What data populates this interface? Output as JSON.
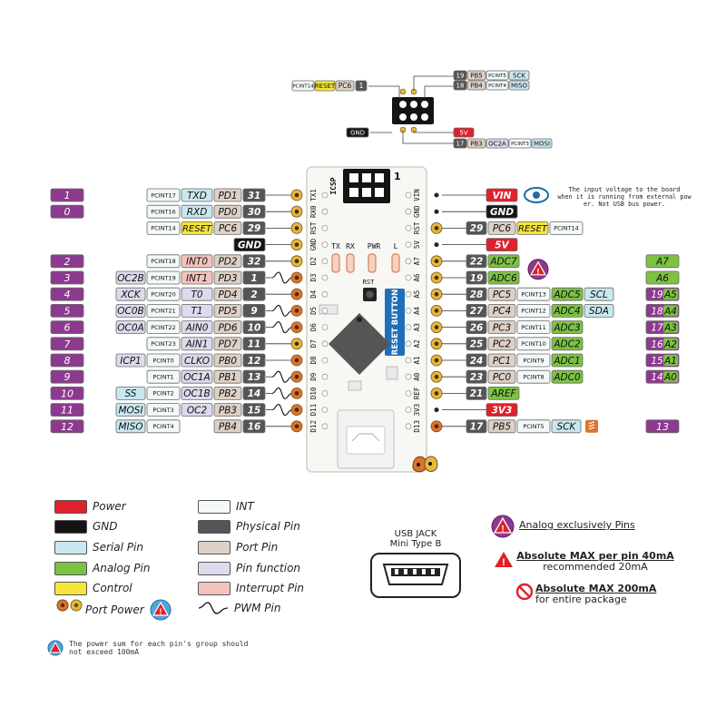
{
  "icsp_label": "ICSP",
  "icsp_number": "1",
  "reset_button_label": "RESET BUTTON",
  "rst_label": "RST",
  "led_labels": [
    "TX",
    "RX",
    "PWR",
    "L"
  ],
  "vin_note": "The input voltage to the board when it is running from external power. Not USB bus power.",
  "colors": {
    "power": "#e0202b",
    "gnd": "#141414",
    "serial": "#c9e7ef",
    "analog": "#7cc243",
    "control": "#f5e53a",
    "int": "#f3f8f8",
    "physical": "#555555",
    "port": "#ddd0c6",
    "function": "#dcdaec",
    "interrupt": "#f5c3be",
    "digital": "#8c3a8e",
    "portpower": "#d8762e",
    "gold": "#e2b93b"
  },
  "icsp": {
    "left_row": [
      {
        "pcint": "PCINT14",
        "ctrl": "RESET",
        "port": "PC6",
        "phys": "1"
      }
    ],
    "right_rows": [
      {
        "phys": "19",
        "port": "PB5",
        "pcint": "PCINT5",
        "serial": "SCK"
      },
      {
        "phys": "18",
        "port": "PB4",
        "pcint": "PCINT4",
        "serial": "MISO"
      }
    ],
    "gnd": "GND",
    "five_v": "5V",
    "bottom_row": {
      "phys": "17",
      "port": "PB3",
      "func": "OC2A",
      "pcint": "PCINT3",
      "serial": "MOSI"
    }
  },
  "left_pins": [
    {
      "digital": "1",
      "pcint": "PCINT17",
      "serial": "TXD",
      "port": "PD1",
      "phys": "31",
      "board": "TX1"
    },
    {
      "digital": "0",
      "pcint": "PCINT16",
      "serial": "RXD",
      "port": "PD0",
      "phys": "30",
      "board": "RX0"
    },
    {
      "pcint": "PCINT14",
      "ctrl": "RESET",
      "port": "PC6",
      "phys": "29",
      "board": "RST"
    },
    {
      "gnd": "GND",
      "board": "GND"
    },
    {
      "digital": "2",
      "pcint": "PCINT18",
      "intr": "INT0",
      "port": "PD2",
      "phys": "32",
      "board": "D2"
    },
    {
      "digital": "3",
      "func2": "OC2B",
      "pcint": "PCINT19",
      "intr": "INT1",
      "port": "PD3",
      "phys": "1",
      "pwm": true,
      "board": "D3"
    },
    {
      "digital": "4",
      "func2": "XCK",
      "pcint": "PCINT20",
      "func": "T0",
      "port": "PD4",
      "phys": "2",
      "board": "D4"
    },
    {
      "digital": "5",
      "func2": "OC0B",
      "pcint": "PCINT21",
      "func": "T1",
      "port": "PD5",
      "phys": "9",
      "pwm": true,
      "board": "D5"
    },
    {
      "digital": "6",
      "func2": "OC0A",
      "pcint": "PCINT22",
      "func": "AIN0",
      "port": "PD6",
      "phys": "10",
      "pwm": true,
      "board": "D6"
    },
    {
      "digital": "7",
      "pcint": "PCINT23",
      "func": "AIN1",
      "port": "PD7",
      "phys": "11",
      "board": "D7"
    },
    {
      "digital": "8",
      "func2": "ICP1",
      "pcint": "PCINT0",
      "func": "CLKO",
      "port": "PB0",
      "phys": "12",
      "board": "D8"
    },
    {
      "digital": "9",
      "pcint": "PCINT1",
      "func": "OC1A",
      "port": "PB1",
      "phys": "13",
      "pwm": true,
      "board": "D9"
    },
    {
      "digital": "10",
      "serial2": "SS",
      "pcint": "PCINT2",
      "func": "OC1B",
      "port": "PB2",
      "phys": "14",
      "pwm": true,
      "board": "D10"
    },
    {
      "digital": "11",
      "serial2": "MOSI",
      "pcint": "PCINT3",
      "func": "OC2",
      "port": "PB3",
      "phys": "15",
      "pwm": true,
      "board": "D11"
    },
    {
      "digital": "12",
      "serial2": "MISO",
      "pcint": "PCINT4",
      "port": "PB4",
      "phys": "16",
      "board": "D12"
    }
  ],
  "right_pins": [
    {
      "power": "VIN",
      "board": "VIN",
      "note": true
    },
    {
      "gnd": "GND",
      "board": "GND"
    },
    {
      "phys": "29",
      "port": "PC6",
      "ctrl": "RESET",
      "pcint": "PCINT14",
      "board": "RST"
    },
    {
      "power": "5V",
      "board": "5V"
    },
    {
      "phys": "22",
      "analog": "ADC7",
      "board": "A7",
      "analog_only": true,
      "aname": "A7"
    },
    {
      "phys": "19",
      "analog": "ADC6",
      "board": "A6",
      "aname": "A6"
    },
    {
      "phys": "28",
      "port": "PC5",
      "pcint": "PCINT13",
      "analog": "ADC5",
      "serial": "SCL",
      "board": "A5",
      "dnum": "19",
      "aname": "A5"
    },
    {
      "phys": "27",
      "port": "PC4",
      "pcint": "PCINT12",
      "analog": "ADC4",
      "serial": "SDA",
      "board": "A4",
      "dnum": "18",
      "aname": "A4"
    },
    {
      "phys": "26",
      "port": "PC3",
      "pcint": "PCINT11",
      "analog": "ADC3",
      "board": "A3",
      "dnum": "17",
      "aname": "A3"
    },
    {
      "phys": "25",
      "port": "PC2",
      "pcint": "PCINT10",
      "analog": "ADC2",
      "board": "A2",
      "dnum": "16",
      "aname": "A2"
    },
    {
      "phys": "24",
      "port": "PC1",
      "pcint": "PCINT9",
      "analog": "ADC1",
      "board": "A1",
      "dnum": "15",
      "aname": "A1"
    },
    {
      "phys": "23",
      "port": "PC0",
      "pcint": "PCINT8",
      "analog": "ADC0",
      "board": "A0",
      "dnum": "14",
      "aname": "A0"
    },
    {
      "phys": "21",
      "analog": "AREF",
      "board": "REF"
    },
    {
      "power": "3V3",
      "board": "3V3"
    },
    {
      "phys": "17",
      "port": "PB5",
      "pcint": "PCINT5",
      "serial": "SCK",
      "board": "D13",
      "dnum": "13",
      "led": true
    }
  ],
  "legend": [
    {
      "key": "power",
      "label": "Power"
    },
    {
      "key": "gnd",
      "label": "GND"
    },
    {
      "key": "serial",
      "label": "Serial Pin"
    },
    {
      "key": "analog",
      "label": "Analog Pin"
    },
    {
      "key": "control",
      "label": "Control"
    },
    {
      "key": "int",
      "label": "INT"
    },
    {
      "key": "physical",
      "label": "Physical Pin"
    },
    {
      "key": "port",
      "label": "Port Pin"
    },
    {
      "key": "function",
      "label": "Pin function"
    },
    {
      "key": "interrupt",
      "label": "Interrupt Pin"
    }
  ],
  "port_power_label": "Port Power",
  "pwm_label": "PWM Pin",
  "power_sum_note": "The power sum for each pin's group should not exceed 100mA",
  "usb_title": "USB JACK",
  "usb_subtitle": "Mini Type B",
  "analog_only_label": "Analog exclusively Pins",
  "abs_max_pin_1": "Absolute MAX per pin 40mA",
  "abs_max_pin_2": "recommended 20mA",
  "abs_max_pkg_1": "Absolute MAX 200mA",
  "abs_max_pkg_2": "for entire package"
}
